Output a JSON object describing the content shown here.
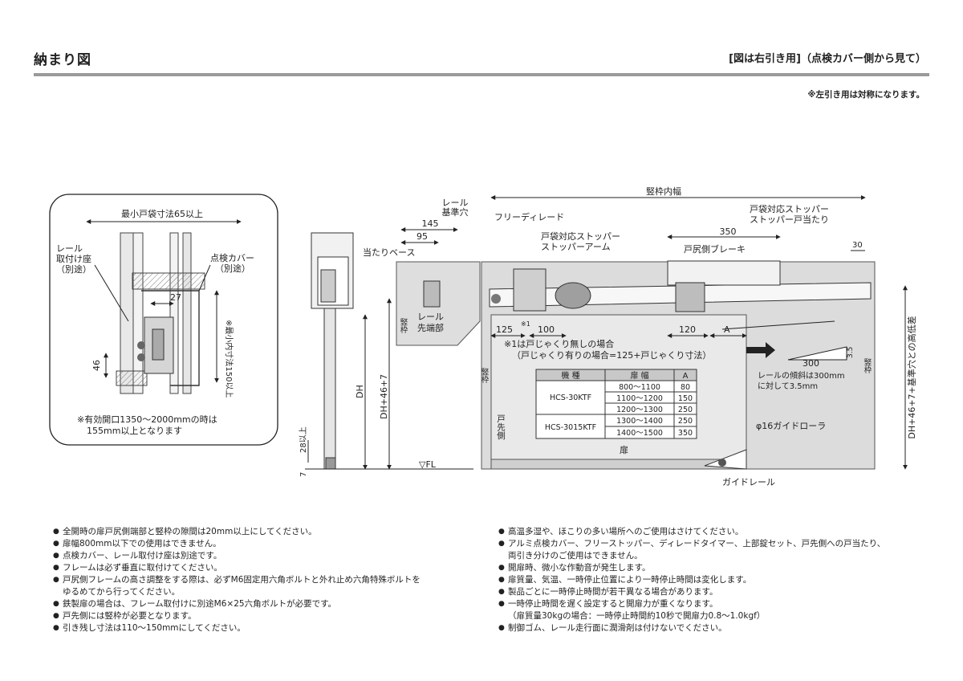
{
  "header": {
    "title": "納まり図",
    "view_note": "[図は右引き用]（点検カバー側から見て）",
    "symmetry_note": "※左引き用は対称になります。"
  },
  "detail": {
    "min_pocket": "最小戸袋寸法65以上",
    "rail_mount_l1": "レール",
    "rail_mount_l2": "取付け座",
    "rail_mount_l3": "（別途）",
    "cover_l1": "点検カバー",
    "cover_l2": "（別途）",
    "dim_27": "27",
    "dim_46": "46",
    "inner_dim": "※最小内寸法150以上",
    "note_l1": "※有効開口1350～2000mmの時は",
    "note_l2": "155mm以上となります"
  },
  "section": {
    "dh": "DH",
    "dh46": "DH+46+7",
    "dim_28": "28以上",
    "dim_7": "7"
  },
  "elevation": {
    "rail_ref_l1": "レール",
    "rail_ref_l2": "基準穴",
    "dim_145": "145",
    "dim_95": "95",
    "stop_base": "当たりベース",
    "rail_tip_l1": "レール",
    "rail_tip_l2": "先端部",
    "free_delay": "フリーディレード",
    "pocket_arm_l1": "戸袋対応ストッパー",
    "pocket_arm_l2": "ストッパーアーム",
    "frame_width": "竪枠内幅",
    "pocket_stop_l1": "戸袋対応ストッパー",
    "pocket_stop_l2": "ストッパー戸当たり",
    "dim_350": "350",
    "brake": "戸尻側ブレーキ",
    "dim_30": "30",
    "frame_left": "竪枠",
    "dim_125": "125",
    "mark_1": "※1",
    "dim_100": "100",
    "dim_120": "120",
    "dim_a": "A",
    "note1_l1": "※1は戸じゃくり無しの場合",
    "note1_l2": "（戸じゃくり有りの場合=125+戸じゃくり寸法）",
    "frame_mid": "竪枠",
    "frame_right": "竪枠",
    "dim_300": "300",
    "dim_35": "3.5",
    "slope_l1": "レールの傾斜は300mm",
    "slope_l2": "に対して3.5mm",
    "door_edge": "戸先側",
    "guide_roller": "φ16ガイドローラ",
    "door": "扉",
    "fl": "▽FL",
    "guide_rail": "ガイドレール",
    "right_dim": "DH+46+7+基準穴との高低差"
  },
  "table": {
    "headers": [
      "機 種",
      "扉 幅",
      "A"
    ],
    "rows": [
      {
        "model": "HCS-30KTF",
        "widths": [
          "800～1100",
          "1100～1200",
          "1200～1300"
        ],
        "a": [
          "80",
          "150",
          "250"
        ]
      },
      {
        "model": "HCS-3015KTF",
        "widths": [
          "1300～1400",
          "1400～1500"
        ],
        "a": [
          "250",
          "350"
        ]
      }
    ]
  },
  "notes_left": [
    "全開時の扉戸尻側端部と竪枠の隙間は20mm以上にしてください。",
    "扉幅800mm以下での使用はできません。",
    "点検カバー、レール取付け座は別途です。",
    "フレームは必ず垂直に取付けてください。",
    "戸尻側フレームの高さ調整をする際は、必ずM6固定用六角ボルトと外れ止め六角特殊ボルトを",
    "ゆるめてから行ってください。",
    "鉄製扉の場合は、フレーム取付けに別途M6×25六角ボルトが必要です。",
    "戸先側には竪枠が必要となります。",
    "引き残し寸法は110～150mmにしてください。"
  ],
  "notes_right": [
    "高温多湿や、ほこりの多い場所へのご使用はさけてください。",
    "アルミ点検カバー、フリーストッパー、ディレードタイマー、上部錠セット、戸先側への戸当たり、",
    "両引き分けのご使用はできません。",
    "開扉時、微小な作動音が発生します。",
    "扉質量、気温、一時停止位置により一時停止時間は変化します。",
    "製品ごとに一時停止時間が若干異なる場合があります。",
    "一時停止時間を遅く設定すると開扉力が重くなります。",
    "（扉質量30kgの場合：一時停止時間約10秒で開扉力0.8～1.0kgf）",
    "制御ゴム、レール走行面に潤滑剤は付けないでください。"
  ]
}
